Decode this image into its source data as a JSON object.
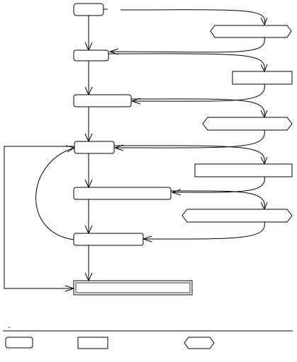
{
  "diagram": {
    "type": "flowchart",
    "nodes": [
      {
        "id": "n1",
        "shape": "rounded",
        "label": ""
      },
      {
        "id": "n2",
        "shape": "rounded",
        "label": ""
      },
      {
        "id": "n3",
        "shape": "rounded",
        "label": ""
      },
      {
        "id": "n4",
        "shape": "rounded",
        "label": ""
      },
      {
        "id": "n5",
        "shape": "rounded",
        "label": ""
      },
      {
        "id": "n6",
        "shape": "rounded",
        "label": ""
      },
      {
        "id": "n7",
        "shape": "terminal-double",
        "label": ""
      },
      {
        "id": "d1",
        "shape": "hexagon",
        "label": ""
      },
      {
        "id": "d2",
        "shape": "rect",
        "label": ""
      },
      {
        "id": "d3",
        "shape": "hexagon",
        "label": ""
      },
      {
        "id": "d4",
        "shape": "rect",
        "label": ""
      },
      {
        "id": "d5",
        "shape": "hexagon",
        "label": ""
      }
    ],
    "edges": [
      {
        "from": "n1",
        "to": "n2"
      },
      {
        "from": "n2",
        "to": "n3"
      },
      {
        "from": "n3",
        "to": "n4"
      },
      {
        "from": "n4",
        "to": "n5"
      },
      {
        "from": "n5",
        "to": "n6"
      },
      {
        "from": "n6",
        "to": "n7"
      },
      {
        "from": "n4",
        "to": "n7"
      },
      {
        "from": "n6",
        "to": "n4"
      },
      {
        "from": "n1",
        "to": "d1"
      },
      {
        "from": "d1",
        "to": "n2"
      },
      {
        "from": "n2",
        "to": "d2"
      },
      {
        "from": "d2",
        "to": "n3"
      },
      {
        "from": "n3",
        "to": "d3"
      },
      {
        "from": "d3",
        "to": "n4"
      },
      {
        "from": "n4",
        "to": "d4"
      },
      {
        "from": "d4",
        "to": "n5"
      },
      {
        "from": "n5",
        "to": "d5"
      },
      {
        "from": "d5",
        "to": "n6"
      }
    ],
    "legend": [
      {
        "id": "legend-rounded",
        "shape": "rounded",
        "label": ""
      },
      {
        "id": "legend-rect",
        "shape": "rect",
        "label": ""
      },
      {
        "id": "legend-hexagon",
        "shape": "hexagon",
        "label": ""
      }
    ]
  }
}
